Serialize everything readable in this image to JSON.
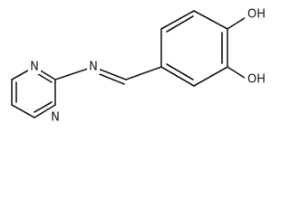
{
  "molecule": {
    "atoms": {
      "n1": "N",
      "n3": "N",
      "n_imine": "N",
      "oh_top": "OH",
      "oh_bottom": "OH"
    }
  }
}
